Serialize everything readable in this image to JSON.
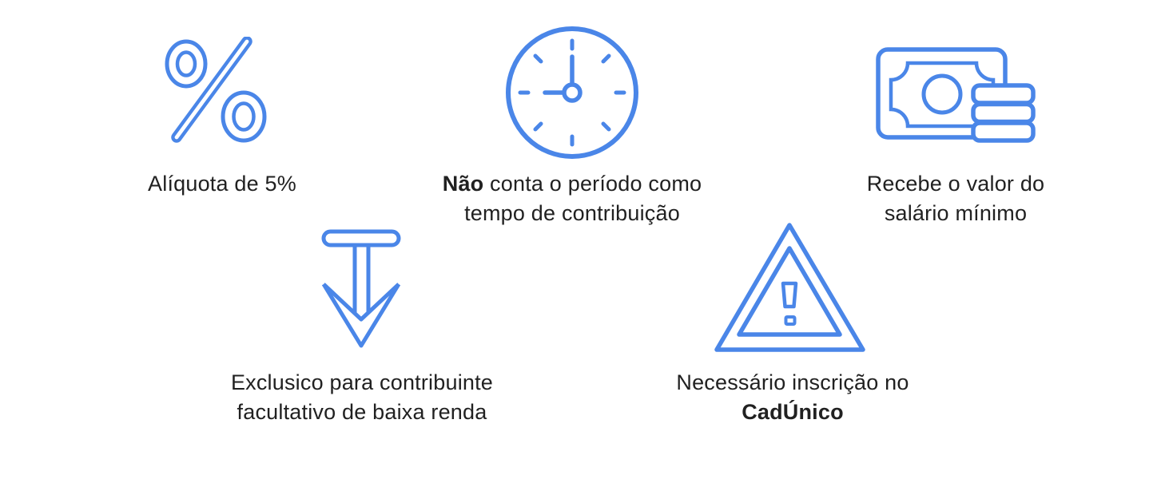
{
  "page": {
    "background": "#ffffff",
    "accent": "#4a86e8",
    "text_color": "#212121"
  },
  "items": [
    {
      "id": "aliquota",
      "icon": "percent-icon",
      "line1": "Alíquota de 5%"
    },
    {
      "id": "tempo-contribuicao",
      "icon": "clock-icon",
      "line1_bold": "Não",
      "line1": " conta o período como",
      "line2": "tempo de contribuição"
    },
    {
      "id": "salario-minimo",
      "icon": "money-icon",
      "line1": "Recebe o valor do",
      "line2": "salário mínimo"
    },
    {
      "id": "contribuinte-facultativo",
      "icon": "down-arrow-icon",
      "line1": "Exclusico para contribuinte",
      "line2": "facultativo de baixa renda"
    },
    {
      "id": "cadunico",
      "icon": "warning-icon",
      "line1": "Necessário inscrição no",
      "line2_bold": "CadÚnico"
    }
  ]
}
